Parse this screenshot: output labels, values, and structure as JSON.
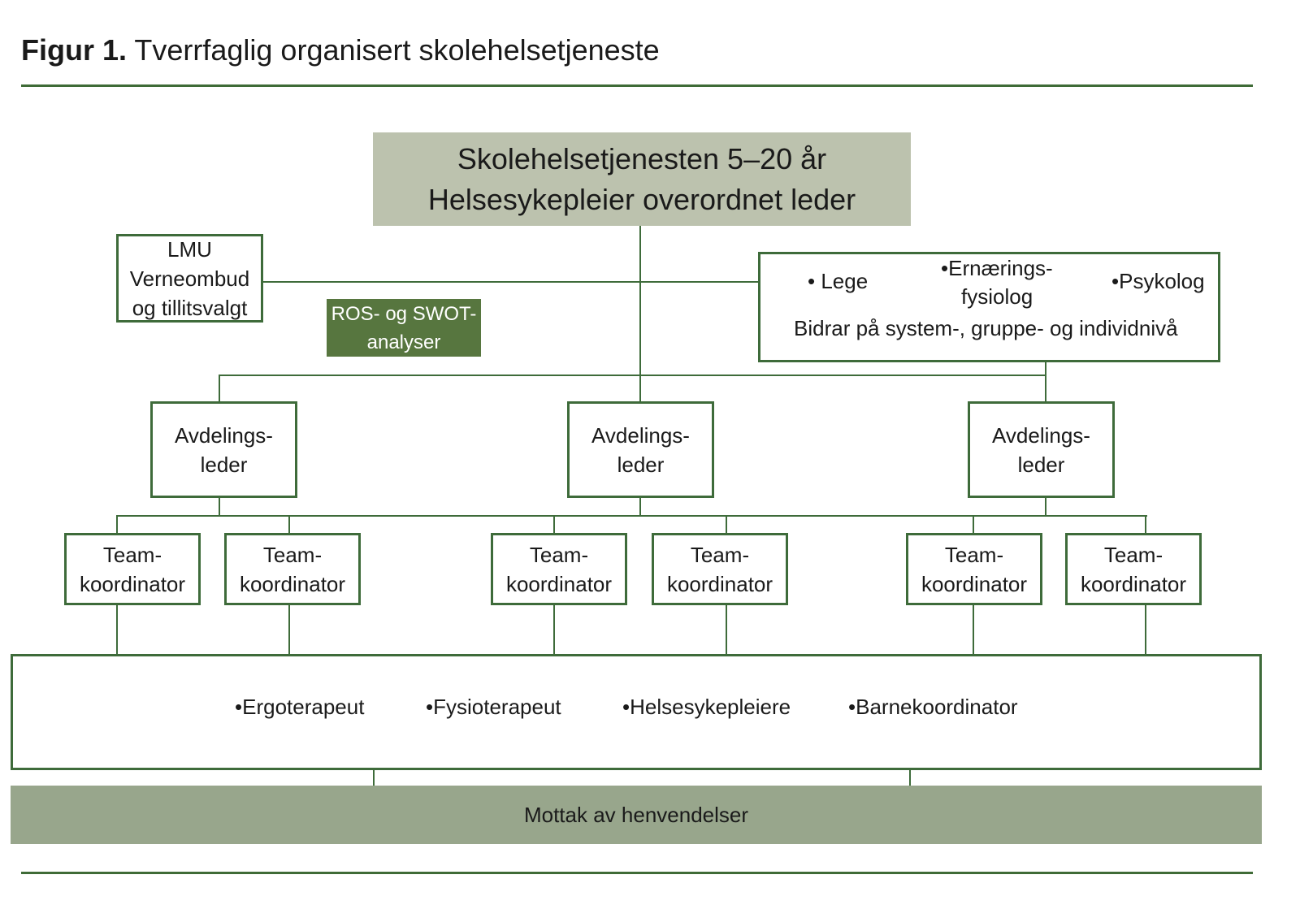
{
  "figure": {
    "label": "Figur 1.",
    "title": "Tverrfaglig organisert skolehelsetjeneste"
  },
  "top": {
    "line1": "Skolehelsetjenesten 5–20 år",
    "line2": "Helsesykepleier overordnet leder"
  },
  "lmu": {
    "line1": "LMU",
    "line2": "Verneombud",
    "line3": "og tillitsvalgt"
  },
  "ros": {
    "line1": "ROS- og SWOT-",
    "line2": "analyser"
  },
  "specialists": {
    "lege": "• Lege",
    "ernaering_line1": "•Ernærings-",
    "ernaering_line2": "fysiolog",
    "psykolog": "•Psykolog",
    "note": "Bidrar på system-, gruppe- og individnivå"
  },
  "department_leaders": [
    {
      "line1": "Avdelings-",
      "line2": "leder"
    },
    {
      "line1": "Avdelings-",
      "line2": "leder"
    },
    {
      "line1": "Avdelings-",
      "line2": "leder"
    }
  ],
  "team_coordinators": [
    {
      "line1": "Team-",
      "line2": "koordinator"
    },
    {
      "line1": "Team-",
      "line2": "koordinator"
    },
    {
      "line1": "Team-",
      "line2": "koordinator"
    },
    {
      "line1": "Team-",
      "line2": "koordinator"
    },
    {
      "line1": "Team-",
      "line2": "koordinator"
    },
    {
      "line1": "Team-",
      "line2": "koordinator"
    }
  ],
  "staff": [
    "•Ergoterapeut",
    "•Fysioterapeut",
    "•Helsesykepleiere",
    "•Barnekoordinator"
  ],
  "intake": "Mottak av henvendelser",
  "colors": {
    "border": "#3e6b3a",
    "top_fill": "#bcc2ae",
    "ros_fill": "#57763f",
    "intake_fill": "#98a68c"
  }
}
